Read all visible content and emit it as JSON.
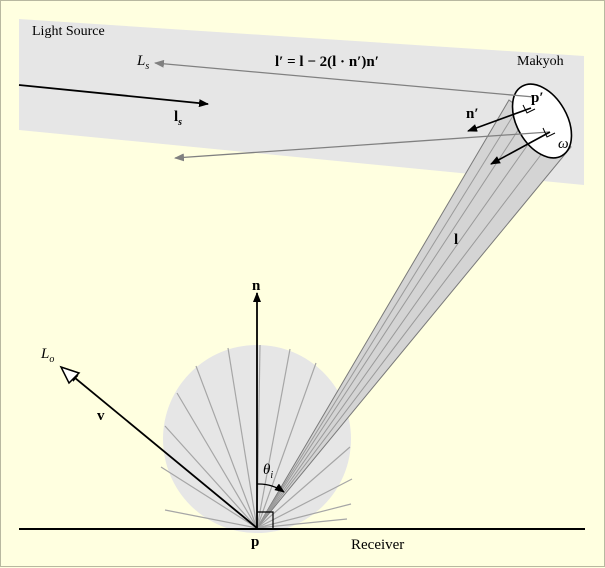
{
  "labels": {
    "light_source": "Light Source",
    "Ls": "L",
    "Ls_sub": "s",
    "reflection_formula": "l′ = l − 2(l · n′)n′",
    "makyoh": "Makyoh",
    "ls_vec": "l",
    "ls_vec_sub": "s",
    "p_prime": "p′",
    "n_prime": "n′",
    "omega": "ω",
    "l_vec": "l",
    "n_vec": "n",
    "Lo": "L",
    "Lo_sub": "o",
    "v_vec": "v",
    "theta": "θ",
    "theta_sub": "i",
    "p": "p",
    "receiver": "Receiver"
  },
  "colors": {
    "background": "#ffffe0",
    "light_band": "#e6e6e6",
    "hemisphere": "#e6e6e6",
    "cone": "#d4d4d4",
    "grey_ray": "#808080",
    "ink": "#000000"
  }
}
